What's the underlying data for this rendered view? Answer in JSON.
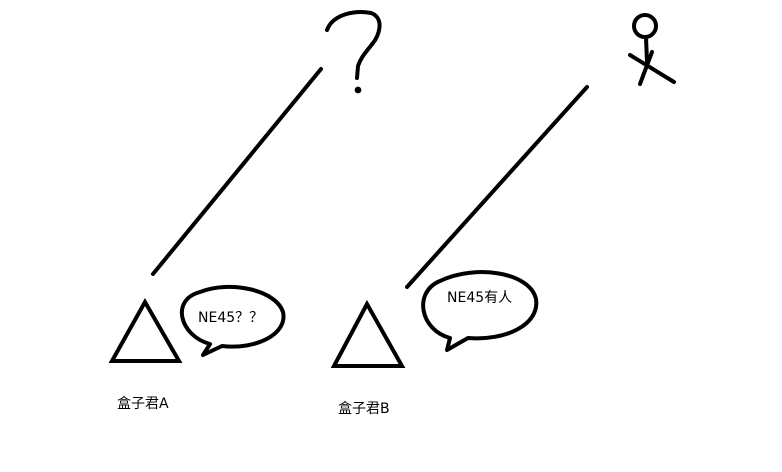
{
  "boxA": {
    "label": "盒子君A",
    "speech": "NE45？？"
  },
  "boxB": {
    "label": "盒子君B",
    "speech": "NE45有人"
  },
  "question_mark_glyph": "?",
  "icons": {
    "question": "question-mark-icon",
    "person": "stick-figure-icon",
    "triangle": "triangle-icon"
  }
}
